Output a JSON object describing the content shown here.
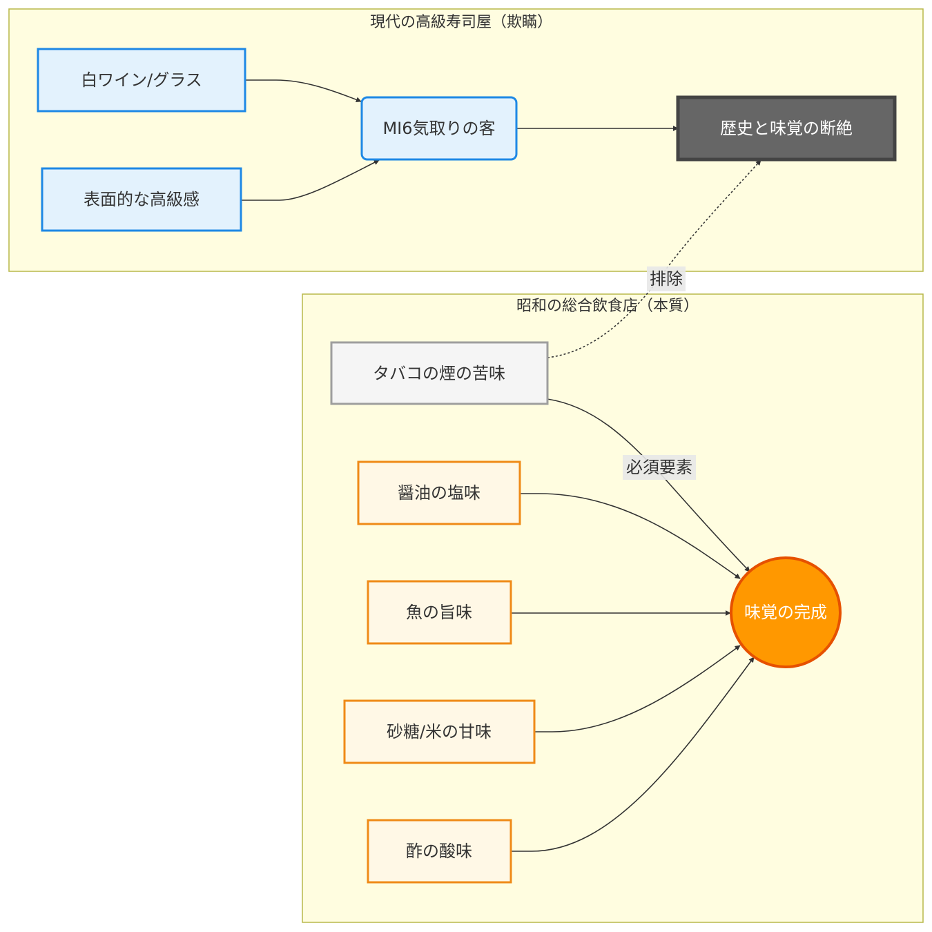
{
  "clusters": [
    {
      "id": "modern",
      "title": "現代の高級寿司屋（欺瞞）"
    },
    {
      "id": "showa",
      "title": "昭和の総合飲食店（本質）"
    }
  ],
  "nodes": [
    {
      "id": "wine",
      "label": "白ワイン/グラス",
      "cluster": "modern",
      "style": "blue"
    },
    {
      "id": "luxury",
      "label": "表面的な高級感",
      "cluster": "modern",
      "style": "blue"
    },
    {
      "id": "mi6",
      "label": "MI6気取りの客",
      "cluster": "modern",
      "style": "blue-rounded"
    },
    {
      "id": "break",
      "label": "歴史と味覚の断絶",
      "cluster": "modern",
      "style": "dark"
    },
    {
      "id": "tobacco",
      "label": "タバコの煙の苦味",
      "cluster": "showa",
      "style": "gray"
    },
    {
      "id": "soy",
      "label": "醤油の塩味",
      "cluster": "showa",
      "style": "orange"
    },
    {
      "id": "fish",
      "label": "魚の旨味",
      "cluster": "showa",
      "style": "orange"
    },
    {
      "id": "sugar",
      "label": "砂糖/米の甘味",
      "cluster": "showa",
      "style": "orange"
    },
    {
      "id": "vinegar",
      "label": "酢の酸味",
      "cluster": "showa",
      "style": "orange"
    },
    {
      "id": "complete",
      "label": "味覚の完成",
      "cluster": "showa",
      "style": "circle"
    }
  ],
  "edges": [
    {
      "from": "wine",
      "to": "mi6",
      "label": "",
      "style": "solid"
    },
    {
      "from": "luxury",
      "to": "mi6",
      "label": "",
      "style": "solid"
    },
    {
      "from": "mi6",
      "to": "break",
      "label": "",
      "style": "solid"
    },
    {
      "from": "tobacco",
      "to": "break",
      "label": "排除",
      "style": "dotted"
    },
    {
      "from": "tobacco",
      "to": "complete",
      "label": "必須要素",
      "style": "solid"
    },
    {
      "from": "soy",
      "to": "complete",
      "label": "",
      "style": "solid"
    },
    {
      "from": "fish",
      "to": "complete",
      "label": "",
      "style": "solid"
    },
    {
      "from": "sugar",
      "to": "complete",
      "label": "",
      "style": "solid"
    },
    {
      "from": "vinegar",
      "to": "complete",
      "label": "",
      "style": "solid"
    }
  ],
  "styles": {
    "blue": {
      "fill": "#e3f2fd",
      "stroke": "#1e88e5",
      "text": "#333333"
    },
    "blue-rounded": {
      "fill": "#e3f2fd",
      "stroke": "#1e88e5",
      "text": "#333333"
    },
    "dark": {
      "fill": "#666666",
      "stroke": "#444444",
      "text": "#ffffff"
    },
    "gray": {
      "fill": "#f5f5f5",
      "stroke": "#9e9e9e",
      "text": "#333333"
    },
    "orange": {
      "fill": "#fff8e6",
      "stroke": "#ef8a17",
      "text": "#333333"
    },
    "circle": {
      "fill": "#ff9800",
      "stroke": "#e65100",
      "text": "#ffffff"
    }
  }
}
